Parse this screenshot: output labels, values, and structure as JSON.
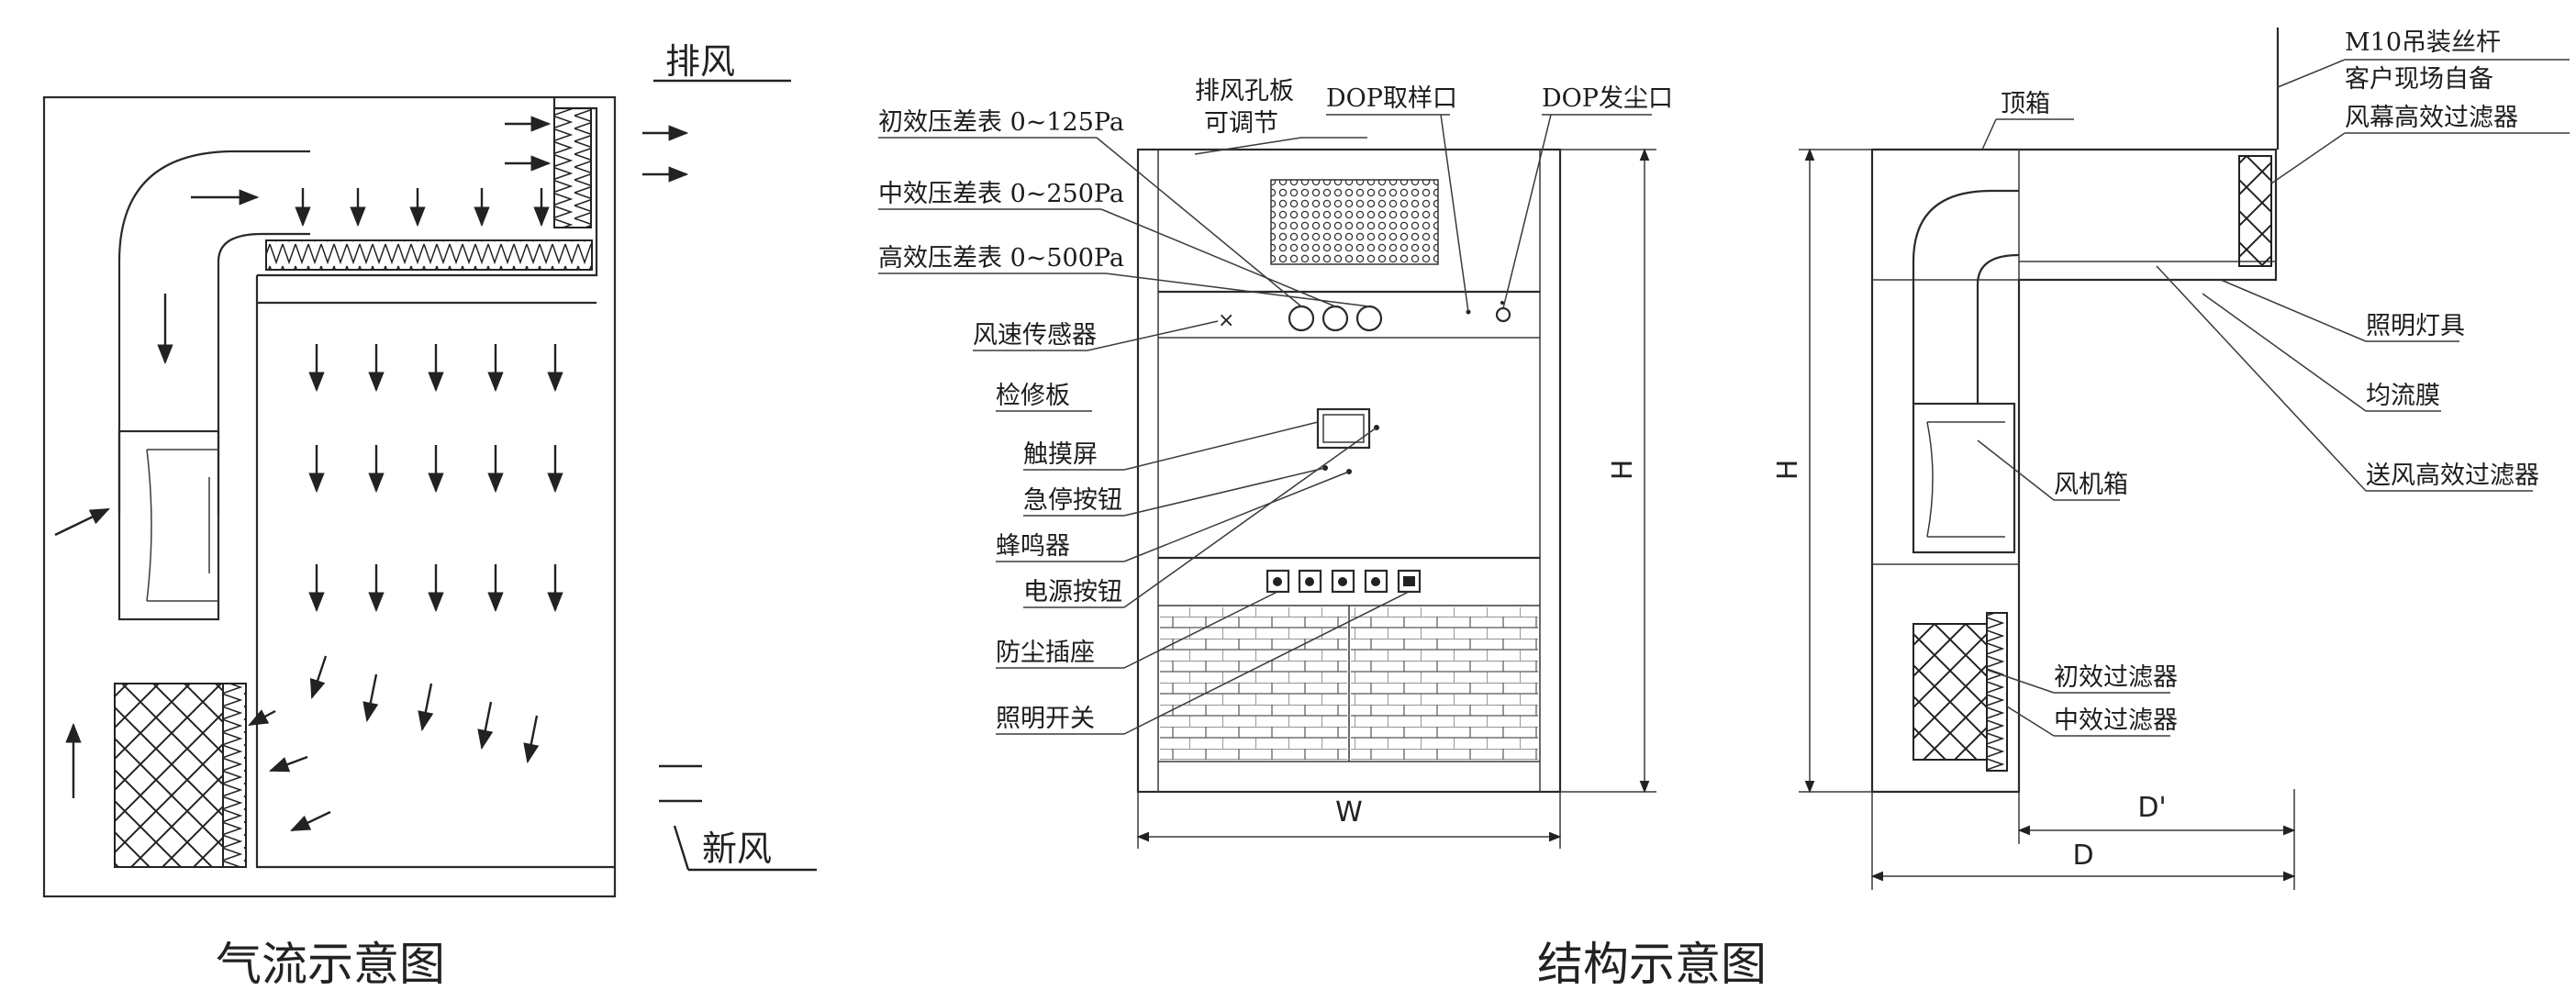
{
  "airflow": {
    "caption": "气流示意图",
    "exhaust": "排风",
    "fresh_air": "新风"
  },
  "structure": {
    "caption": "结构示意图",
    "front": {
      "pre_gauge": "初效压差表 0~125Pa",
      "mid_gauge": "中效压差表 0~250Pa",
      "hepa_gauge": "高效压差表 0~500Pa",
      "exhaust_plate_1": "排风孔板",
      "exhaust_plate_2": "可调节",
      "dop_sample": "DOP取样口",
      "dop_dust": "DOP发尘口",
      "air_speed_sensor": "风速传感器",
      "access_panel": "检修板",
      "touch_screen": "触摸屏",
      "emergency_stop": "急停按钮",
      "buzzer": "蜂鸣器",
      "power_button": "电源按钮",
      "dustproof_socket": "防尘插座",
      "light_switch": "照明开关",
      "dim_h": "H",
      "dim_w": "W"
    },
    "side": {
      "top_box": "顶箱",
      "m10_rod_1": "M10吊装丝杆",
      "m10_rod_2": "客户现场自备",
      "curtain_hepa": "风幕高效过滤器",
      "lighting": "照明灯具",
      "diffuser": "均流膜",
      "supply_hepa": "送风高效过滤器",
      "fan_box": "风机箱",
      "pre_filter": "初效过滤器",
      "mid_filter": "中效过滤器",
      "dim_h": "H",
      "dim_d1": "D'",
      "dim_d": "D"
    }
  }
}
